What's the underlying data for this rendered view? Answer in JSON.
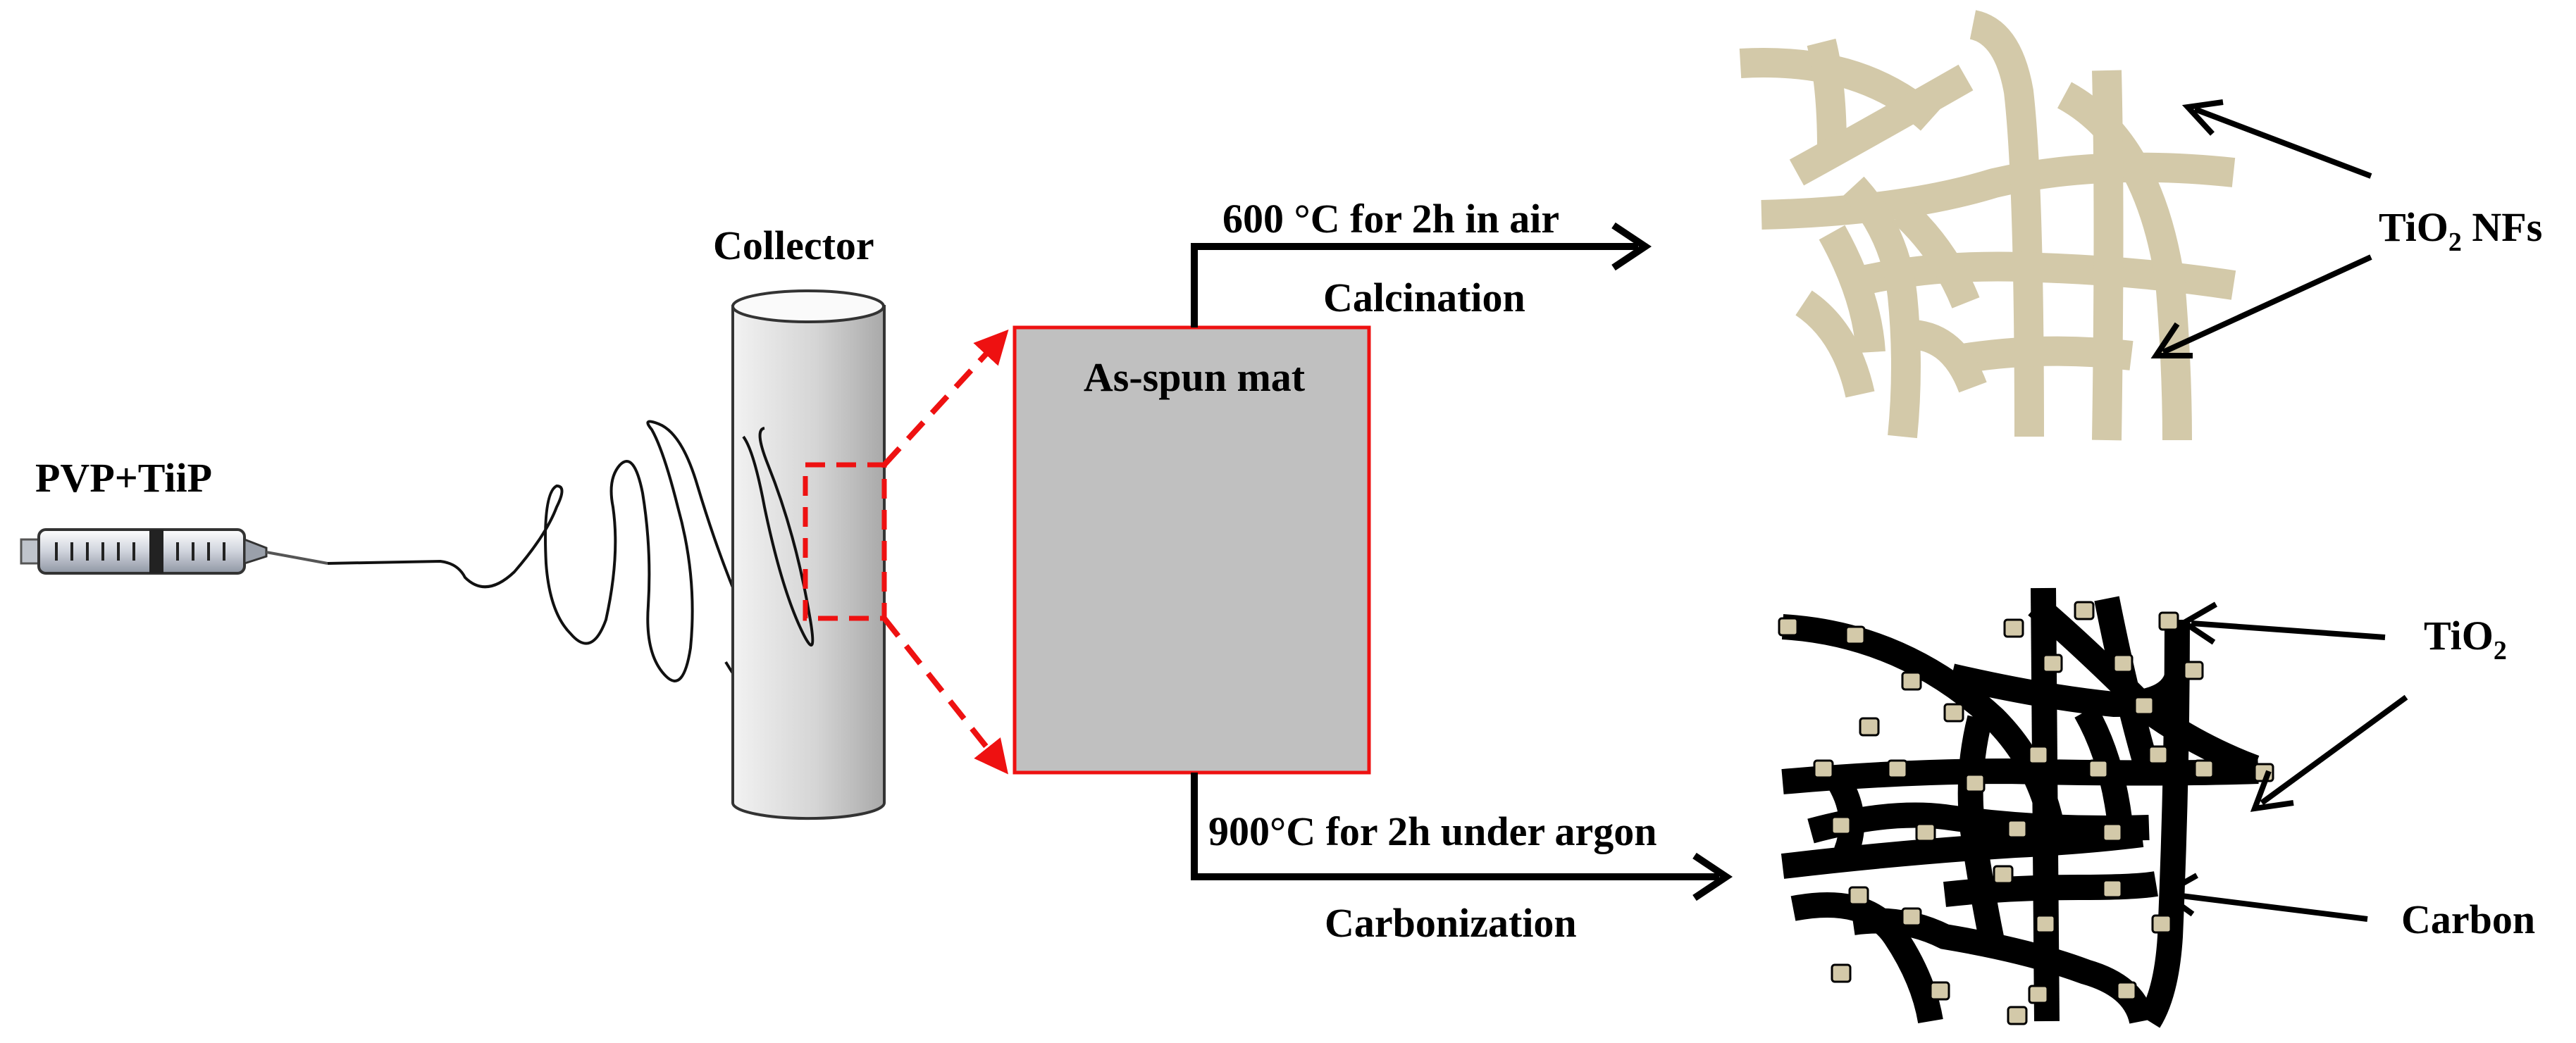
{
  "labels": {
    "feed": "PVP+TiiP",
    "collector": "Collector",
    "mat": "As-spun mat",
    "calc_condition": "600 °C for 2h in air",
    "calc_step": "Calcination",
    "carb_condition": "900°C for 2h under argon",
    "carb_step": "Carbonization",
    "tio2_nfs_main": "TiO",
    "tio2_nfs_sub": "2",
    "tio2_nfs_tail": " NFs",
    "tio2_main": "TiO",
    "tio2_sub": "2",
    "carbon": "Carbon"
  },
  "colors": {
    "tio2_fiber": "#d3c9a9",
    "carbon_fiber": "#000000",
    "mat_fill": "#c0c0c0",
    "mat_border": "#ee1111",
    "zoom_lines": "#ee1111",
    "collector_fill": "#d7d7d7",
    "arrow": "#000000"
  },
  "icons": [
    "syringe-icon",
    "collector-cylinder-icon"
  ]
}
